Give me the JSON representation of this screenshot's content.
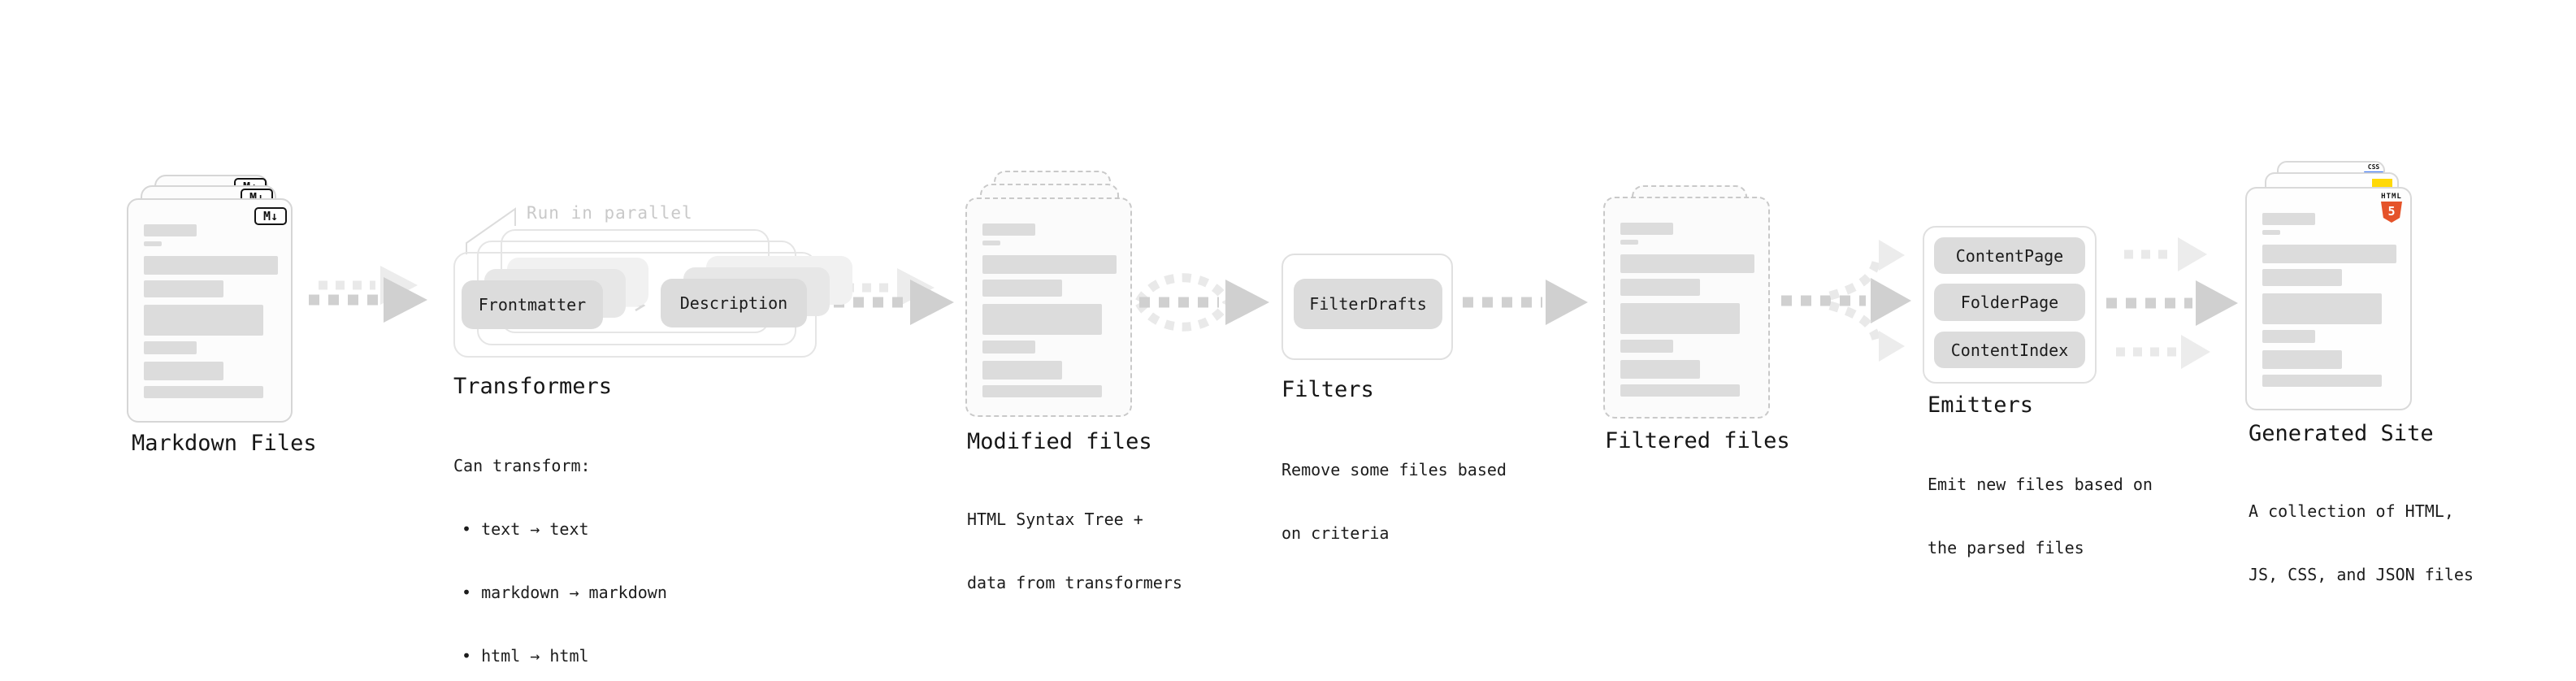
{
  "colors": {
    "background": "#ffffff",
    "text": "#1c1c1c",
    "muted_note": "#c9c9c9",
    "placeholder_bar": "#dcdcdc",
    "chip_fill": "#dcdcdc",
    "arrow_gray": "#d0d0d0",
    "arrow_light": "#ececec",
    "css_blue": "#2e6bf0",
    "js_yellow": "#ffd908",
    "html5_orange": "#e5532a"
  },
  "nodes": {
    "markdown_files": {
      "label": "Markdown Files",
      "badge": "M↓"
    },
    "transformers": {
      "label": "Transformers",
      "parallel_note": "Run in parallel",
      "steps": [
        "Frontmatter",
        "Description"
      ],
      "description_lines": [
        "Can transform:",
        "• text → text",
        "• markdown → markdown",
        "• html → html"
      ]
    },
    "modified_files": {
      "label": "Modified files",
      "description_lines": [
        "HTML Syntax Tree +",
        "data from transformers"
      ]
    },
    "filters": {
      "label": "Filters",
      "steps": [
        "FilterDrafts"
      ],
      "description_lines": [
        "Remove some files based",
        "on criteria"
      ]
    },
    "filtered_files": {
      "label": "Filtered files"
    },
    "emitters": {
      "label": "Emitters",
      "steps": [
        "ContentPage",
        "FolderPage",
        "ContentIndex"
      ],
      "description_lines": [
        "Emit new files based on",
        "the parsed files"
      ]
    },
    "generated_site": {
      "label": "Generated Site",
      "css_badge": "CSS",
      "html_badge": "HTML",
      "html_version": "5",
      "description_lines": [
        "A collection of HTML,",
        "JS, CSS, and JSON files"
      ]
    }
  },
  "edges": [
    {
      "from": "Markdown Files",
      "to": "Transformers"
    },
    {
      "from": "Transformers",
      "to": "Modified files"
    },
    {
      "from": "Modified files",
      "to": "Filters"
    },
    {
      "from": "Filters",
      "to": "Filtered files"
    },
    {
      "from": "Filtered files",
      "to": "Emitters"
    },
    {
      "from": "Emitters",
      "to": "Generated Site"
    }
  ]
}
